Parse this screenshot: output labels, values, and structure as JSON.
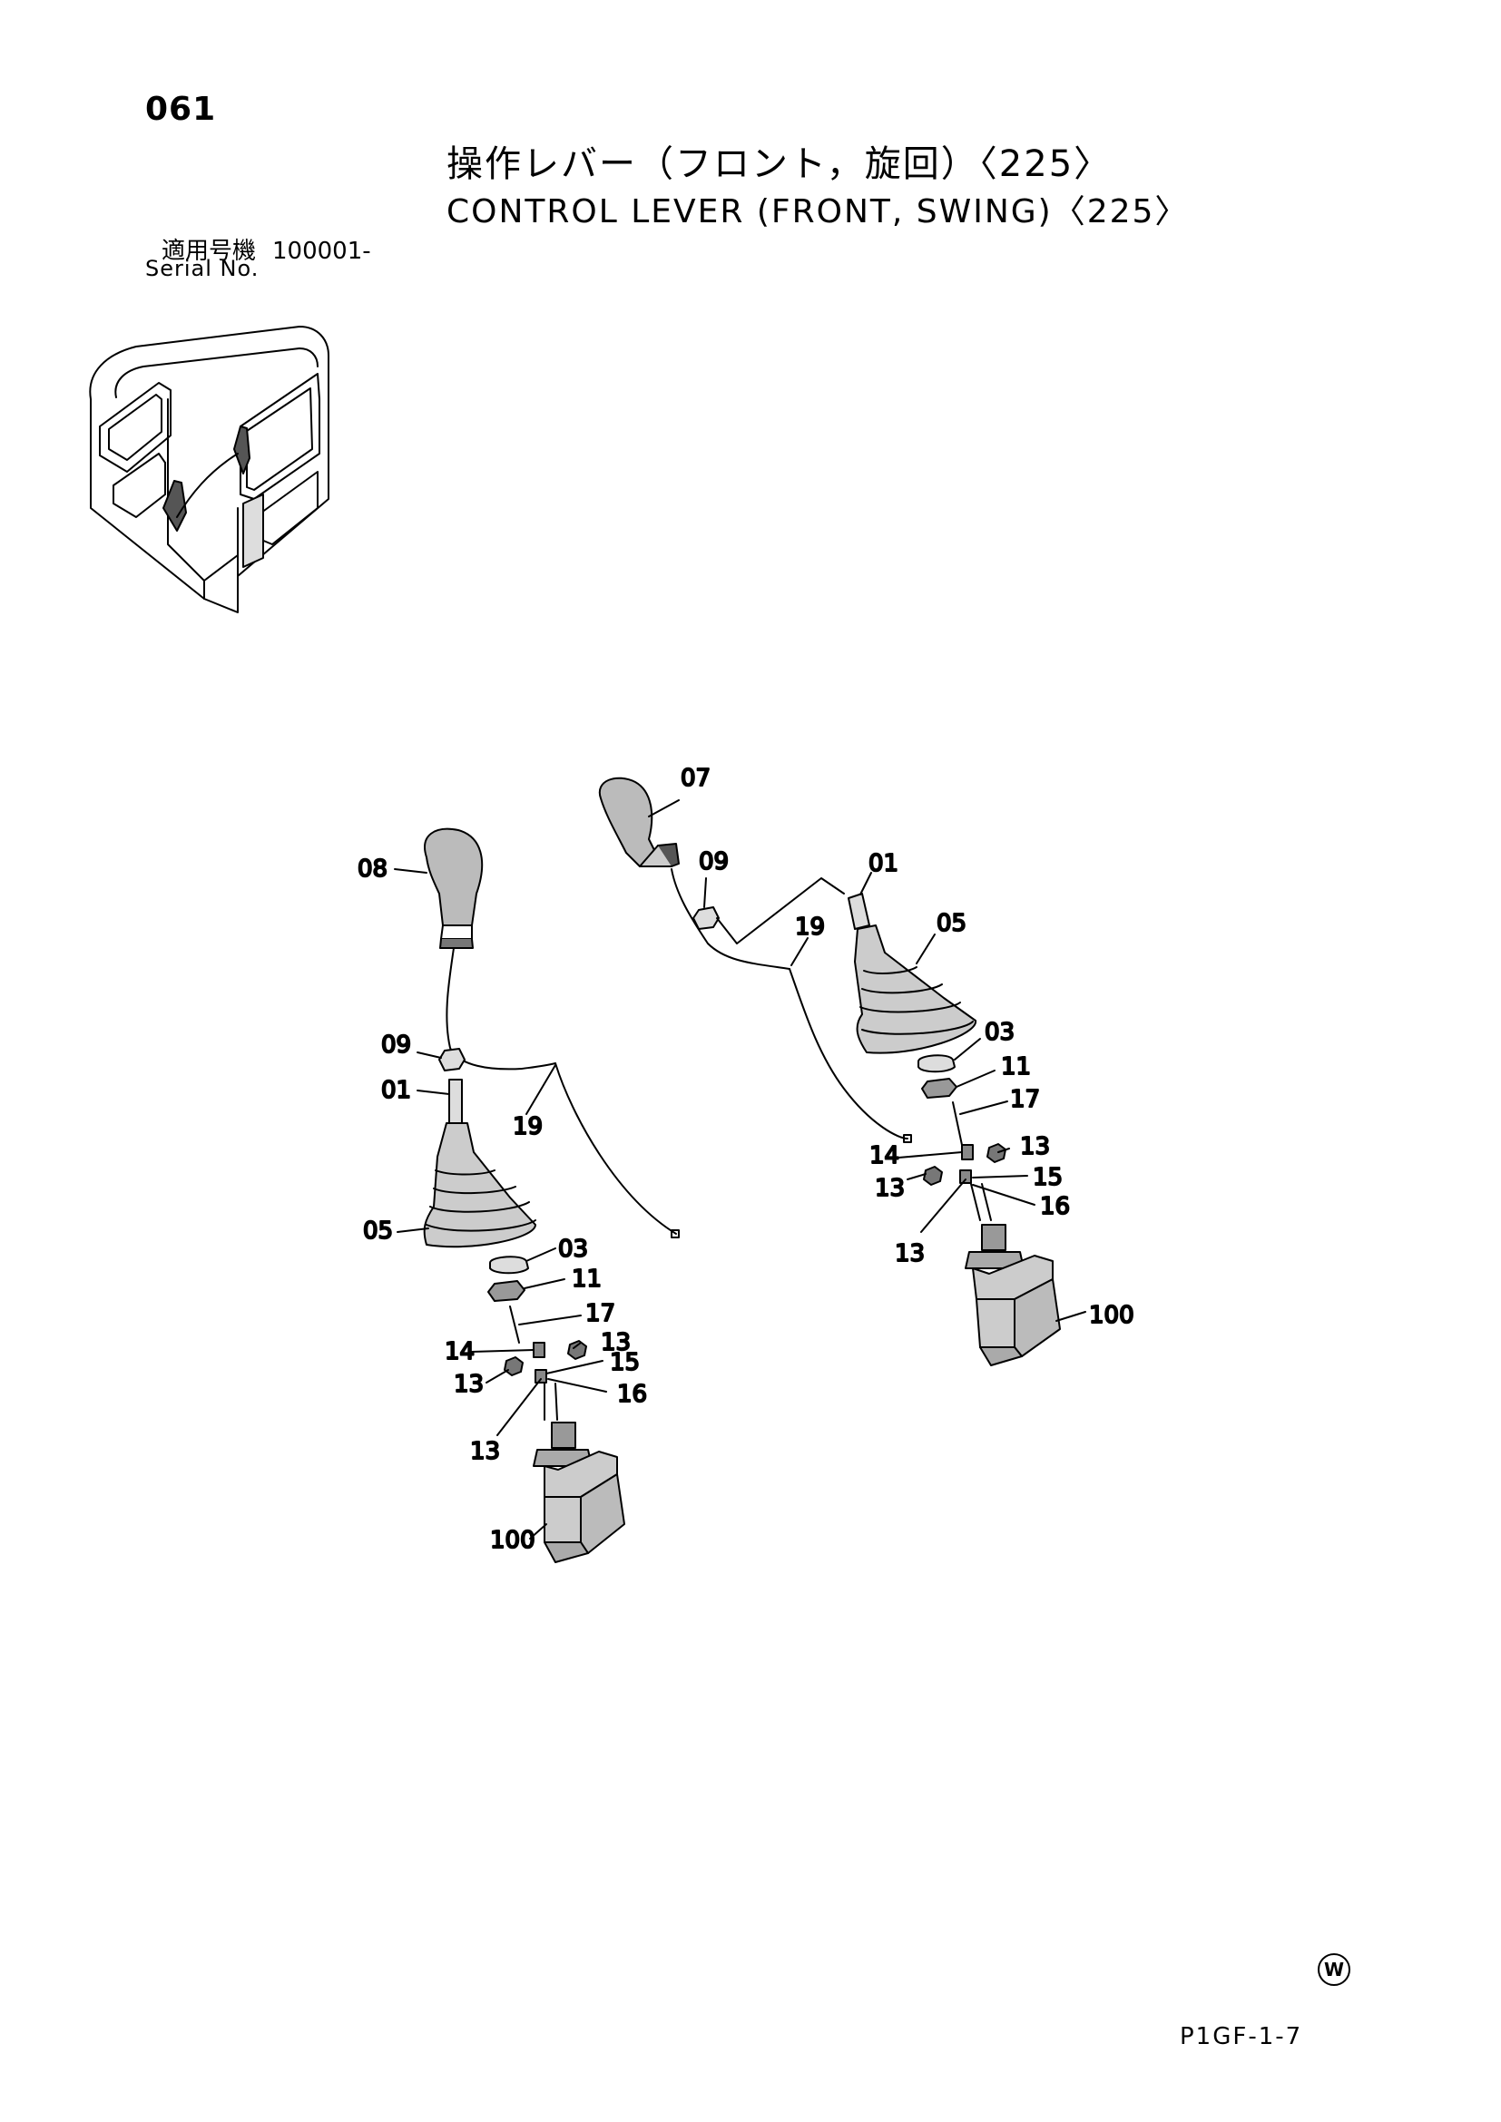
{
  "header": {
    "page_number": "061",
    "title_jp": "操作レバー（フロント，旋回）〈225〉",
    "title_en": "CONTROL LEVER (FRONT, SWING)〈225〉",
    "serial_label_jp": "適用号機",
    "serial_value": "100001-",
    "serial_label_en": "Serial No."
  },
  "callouts": {
    "left": [
      "08",
      "09",
      "01",
      "19",
      "05",
      "03",
      "11",
      "17",
      "14",
      "13",
      "13",
      "15",
      "16",
      "13",
      "100"
    ],
    "right": [
      "07",
      "09",
      "01",
      "05",
      "19",
      "03",
      "11",
      "17",
      "14",
      "13",
      "13",
      "15",
      "16",
      "13",
      "100"
    ]
  },
  "footer": {
    "mark": "W",
    "page_code": "P1GF-1-7"
  }
}
